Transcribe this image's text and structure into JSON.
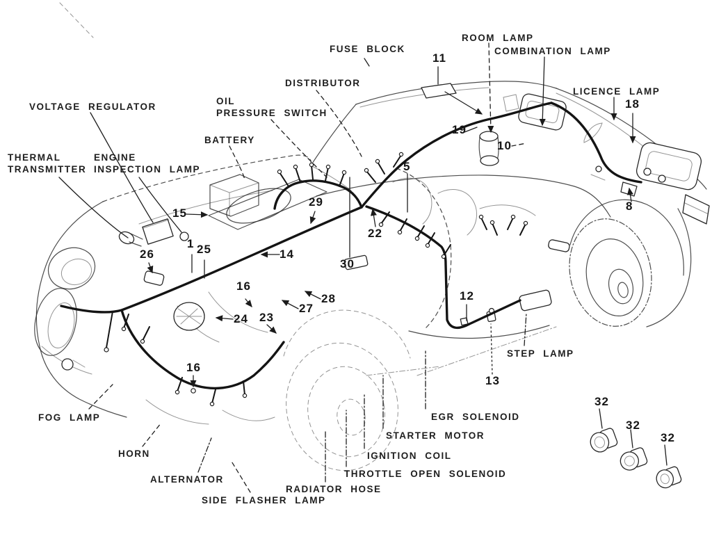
{
  "colors": {
    "ink": "#1f1f1f",
    "background": "#ffffff"
  },
  "labels": [
    {
      "id": "voltage-regulator",
      "text": "VOLTAGE REGULATOR"
    },
    {
      "id": "fuse-block",
      "text": "FUSE BLOCK"
    },
    {
      "id": "room-lamp",
      "text": "ROOM LAMP"
    },
    {
      "id": "combination-lamp",
      "text": "COMBINATION LAMP"
    },
    {
      "id": "distributor",
      "text": "DISTRIBUTOR"
    },
    {
      "id": "licence-lamp",
      "text": "LICENCE LAMP"
    },
    {
      "id": "oil-pressure-switch",
      "text": "OIL\nPRESSURE SWITCH"
    },
    {
      "id": "battery",
      "text": "BATTERY"
    },
    {
      "id": "thermal-transmitter",
      "text": "THERMAL\nTRANSMITTER"
    },
    {
      "id": "engine-inspection-lamp",
      "text": "ENGINE\nINSPECTION LAMP"
    },
    {
      "id": "step-lamp",
      "text": "STEP LAMP"
    },
    {
      "id": "fog-lamp",
      "text": "FOG LAMP"
    },
    {
      "id": "egr-solenoid",
      "text": "EGR SOLENOID"
    },
    {
      "id": "horn",
      "text": "HORN"
    },
    {
      "id": "starter-motor",
      "text": "STARTER MOTOR"
    },
    {
      "id": "ignition-coil",
      "text": "IGNITION COIL"
    },
    {
      "id": "alternator",
      "text": "ALTERNATOR"
    },
    {
      "id": "throttle-open-solenoid",
      "text": "THROTTLE OPEN SOLENOID"
    },
    {
      "id": "radiator-hose",
      "text": "RADIATOR HOSE"
    },
    {
      "id": "side-flasher-lamp",
      "text": "SIDE FLASHER LAMP"
    }
  ],
  "callouts": [
    {
      "n": "11"
    },
    {
      "n": "18"
    },
    {
      "n": "19"
    },
    {
      "n": "10"
    },
    {
      "n": "5"
    },
    {
      "n": "15"
    },
    {
      "n": "29"
    },
    {
      "n": "26"
    },
    {
      "n": "1"
    },
    {
      "n": "25"
    },
    {
      "n": "14"
    },
    {
      "n": "22"
    },
    {
      "n": "30"
    },
    {
      "n": "16"
    },
    {
      "n": "28"
    },
    {
      "n": "27"
    },
    {
      "n": "24"
    },
    {
      "n": "23"
    },
    {
      "n": "12"
    },
    {
      "n": "8"
    },
    {
      "n": "13"
    },
    {
      "n": "16"
    },
    {
      "n": "32"
    },
    {
      "n": "32"
    },
    {
      "n": "32"
    }
  ]
}
